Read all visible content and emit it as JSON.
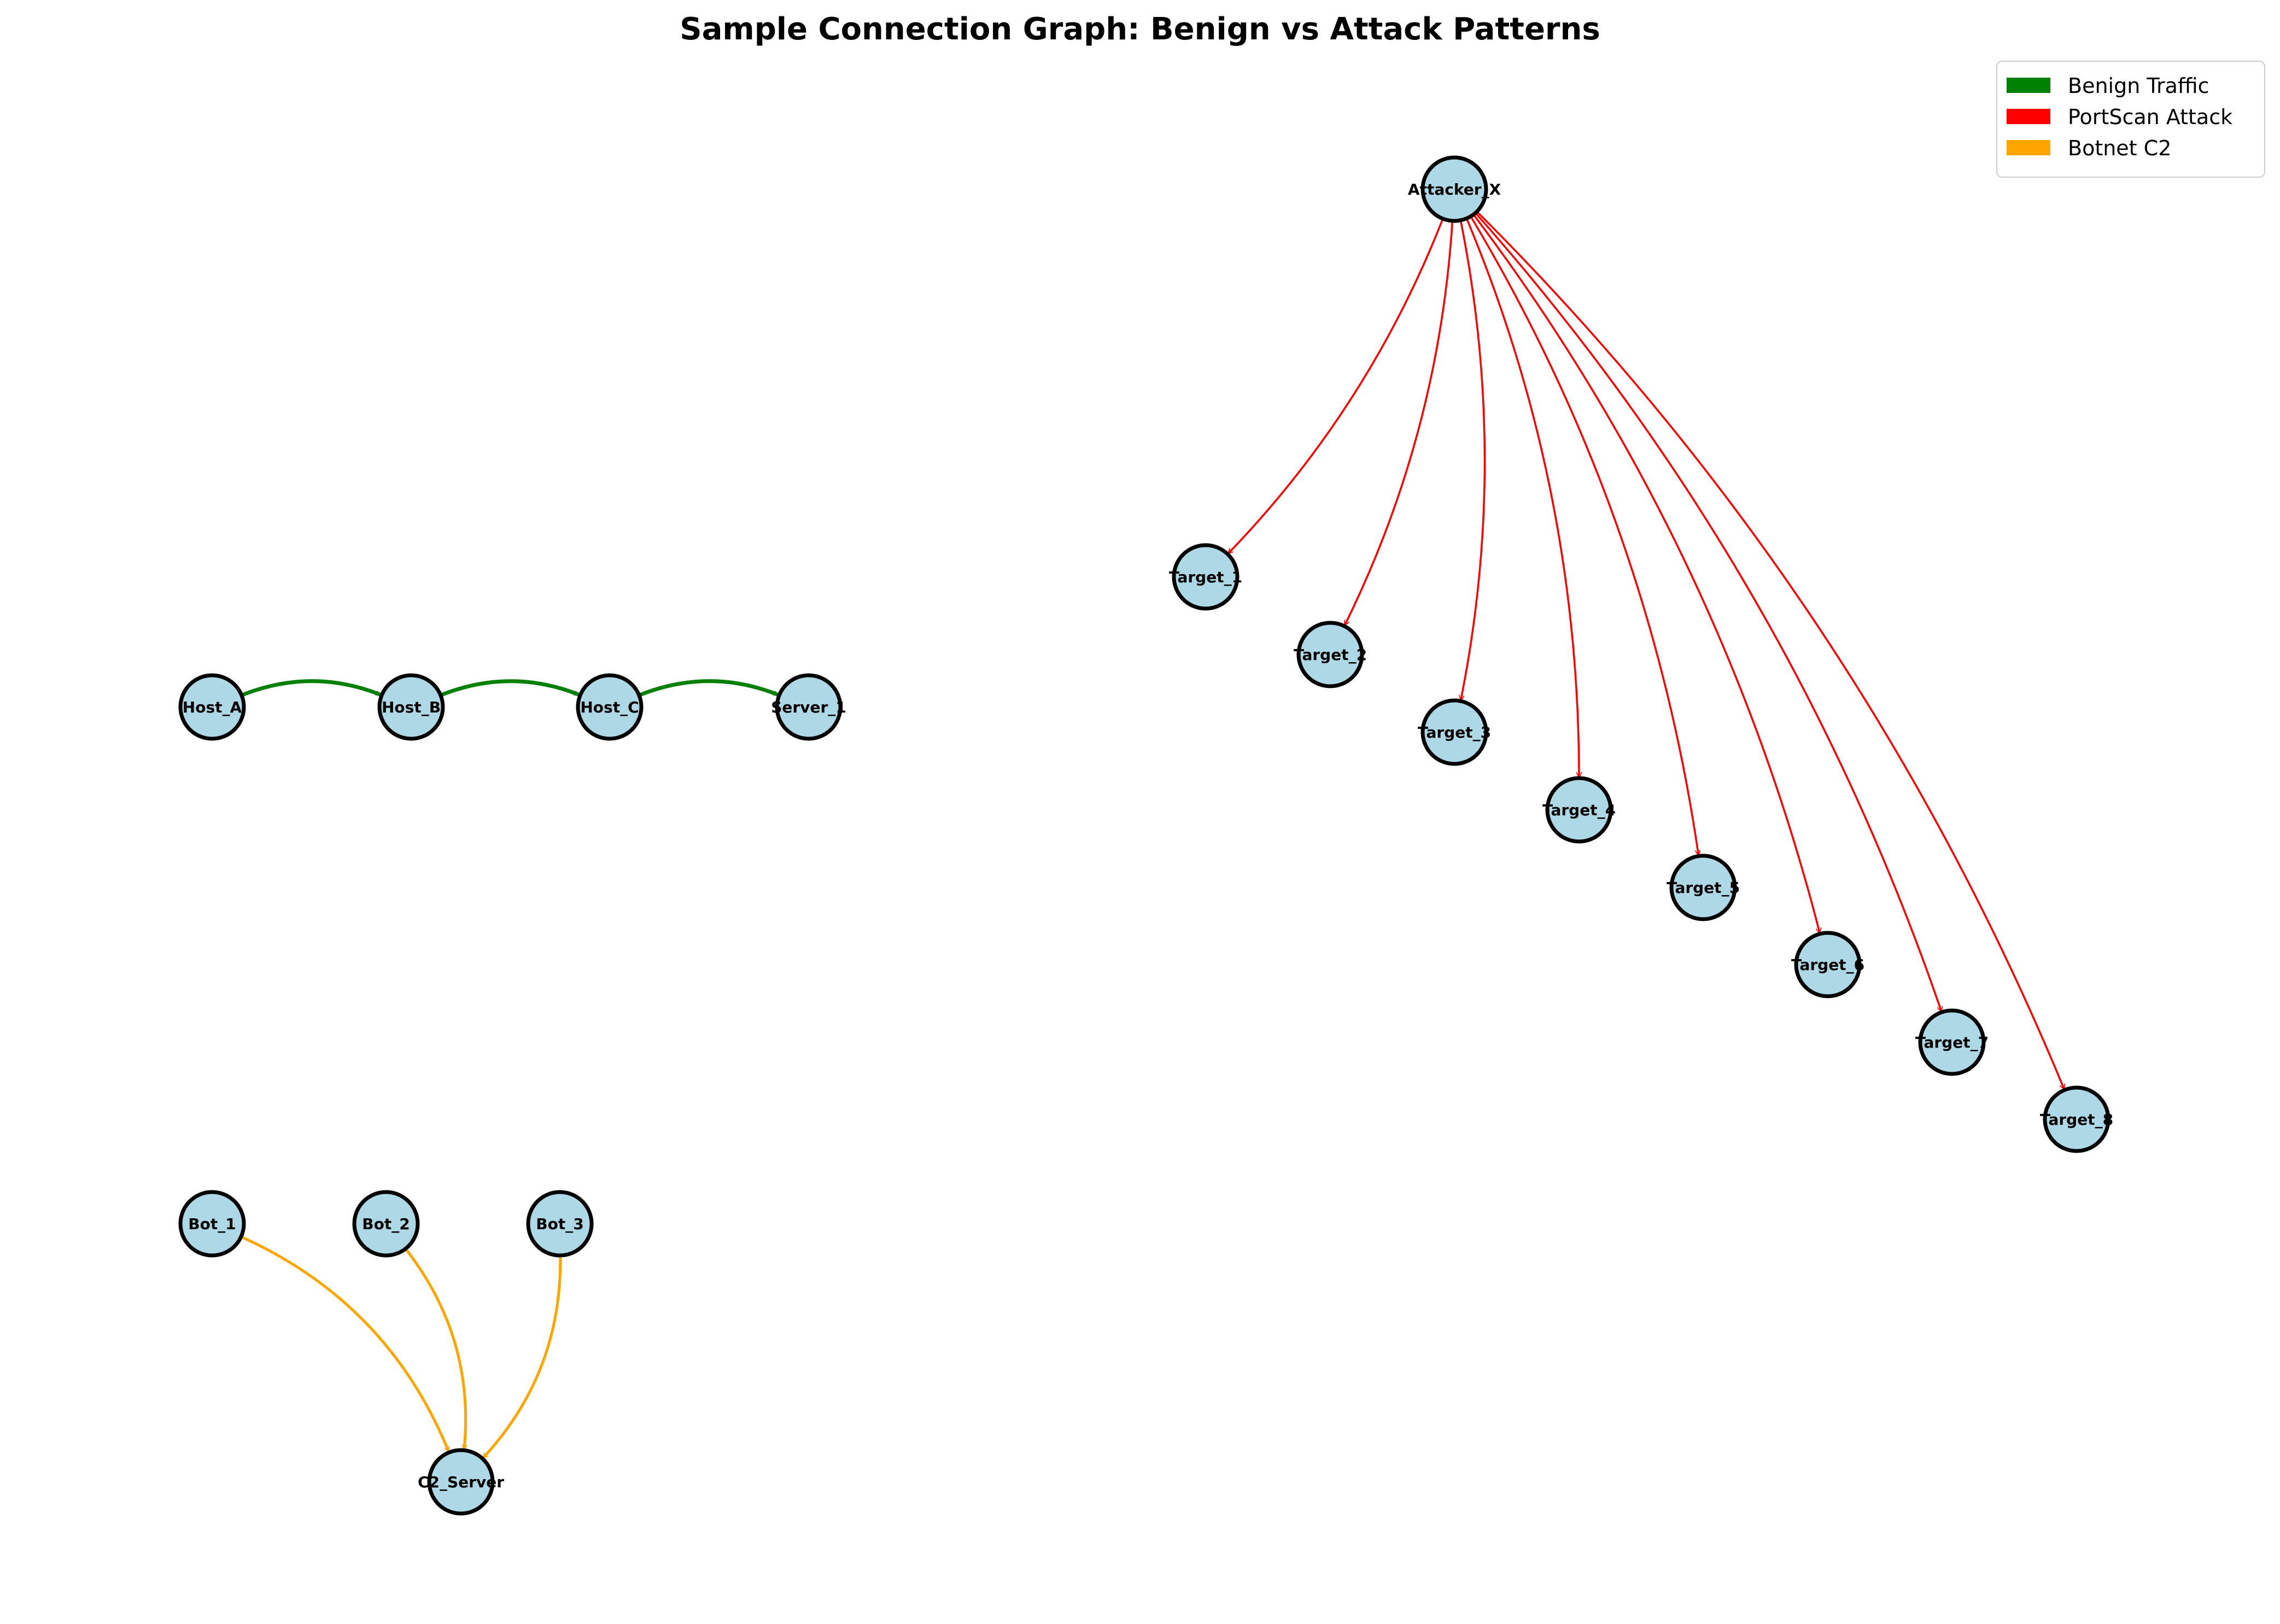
{
  "title": "Sample Connection Graph: Benign vs Attack Patterns",
  "legend": {
    "location": "top-right",
    "entries": [
      {
        "label": "Benign Traffic",
        "color": "#008000"
      },
      {
        "label": "PortScan Attack",
        "color": "#ff0000"
      },
      {
        "label": "Botnet C2",
        "color": "#ffa500"
      }
    ]
  },
  "colors": {
    "node_fill": "#add8e6",
    "node_stroke": "#000000",
    "benign": "#008000",
    "portscan": "#ff0000",
    "botnet": "#ffa500"
  },
  "nodes": [
    {
      "id": "Host_A"
    },
    {
      "id": "Host_B"
    },
    {
      "id": "Host_C"
    },
    {
      "id": "Server_1"
    },
    {
      "id": "Attacker_X"
    },
    {
      "id": "Target_1"
    },
    {
      "id": "Target_2"
    },
    {
      "id": "Target_3"
    },
    {
      "id": "Target_4"
    },
    {
      "id": "Target_5"
    },
    {
      "id": "Target_6"
    },
    {
      "id": "Target_7"
    },
    {
      "id": "Target_8"
    },
    {
      "id": "Bot_1"
    },
    {
      "id": "Bot_2"
    },
    {
      "id": "Bot_3"
    },
    {
      "id": "C2_Server"
    }
  ],
  "edges": [
    {
      "source": "Host_A",
      "target": "Host_B",
      "type": "benign"
    },
    {
      "source": "Host_B",
      "target": "Host_C",
      "type": "benign"
    },
    {
      "source": "Host_C",
      "target": "Server_1",
      "type": "benign"
    },
    {
      "source": "Attacker_X",
      "target": "Target_1",
      "type": "portscan"
    },
    {
      "source": "Attacker_X",
      "target": "Target_2",
      "type": "portscan"
    },
    {
      "source": "Attacker_X",
      "target": "Target_3",
      "type": "portscan"
    },
    {
      "source": "Attacker_X",
      "target": "Target_4",
      "type": "portscan"
    },
    {
      "source": "Attacker_X",
      "target": "Target_5",
      "type": "portscan"
    },
    {
      "source": "Attacker_X",
      "target": "Target_6",
      "type": "portscan"
    },
    {
      "source": "Attacker_X",
      "target": "Target_7",
      "type": "portscan"
    },
    {
      "source": "Attacker_X",
      "target": "Target_8",
      "type": "portscan"
    },
    {
      "source": "Bot_1",
      "target": "C2_Server",
      "type": "botnet"
    },
    {
      "source": "Bot_2",
      "target": "C2_Server",
      "type": "botnet"
    },
    {
      "source": "Bot_3",
      "target": "C2_Server",
      "type": "botnet"
    }
  ]
}
